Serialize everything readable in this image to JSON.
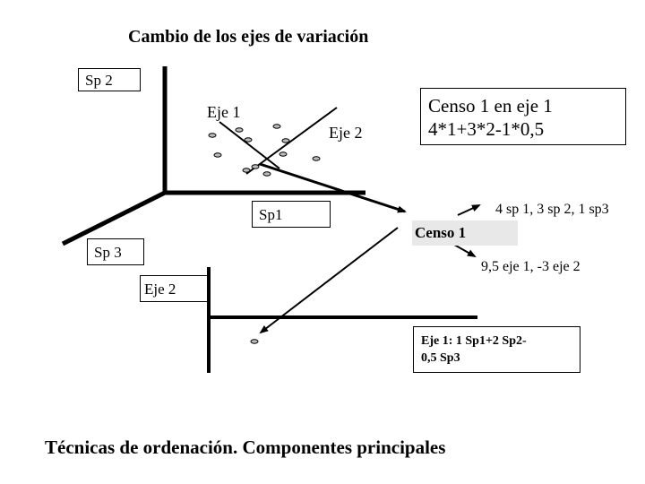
{
  "title": "Cambio de los ejes de variación",
  "footer": "Técnicas de ordenación. Componentes principales",
  "labels": {
    "sp2": "Sp 2",
    "sp1": "Sp1",
    "sp3": "Sp 3",
    "eje1": "Eje 1",
    "eje2": "Eje 2",
    "eje2_lower": "Eje 2",
    "censo1": "Censo 1",
    "censo_eq_line1": "Censo 1 en eje 1",
    "censo_eq_line2": "4*1+3*2-1*0,5",
    "sp_coords": "4 sp 1, 3 sp 2, 1 sp3",
    "eje_coords": "9,5 eje 1, -3 eje 2",
    "eq_line1": "Eje 1: 1 Sp1+2 Sp2-",
    "eq_line2": "0,5 Sp3"
  },
  "colors": {
    "line": "#000000",
    "censo_highlight": "#e8e8e8",
    "point_fill": "#bbbbbb"
  }
}
